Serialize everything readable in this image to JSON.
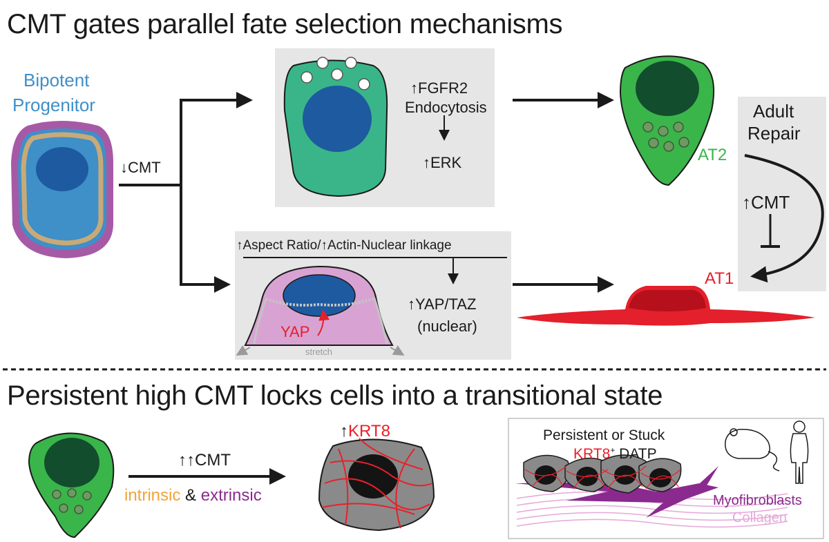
{
  "titles": {
    "top": "CMT gates parallel fate selection mechanisms",
    "bottom": "Persistent high CMT locks cells into a transitional state"
  },
  "progenitor": {
    "line1": "Bipotent",
    "line2": "Progenitor"
  },
  "cmt_down": "CMT",
  "upper_path": {
    "fgfr2": "FGFR2",
    "endocytosis": "Endocytosis",
    "erk": "ERK"
  },
  "lower_path": {
    "aspect_ratio": "Aspect Ratio/",
    "actin_linkage": "Actin-Nuclear linkage",
    "yap": "YAP",
    "yap_taz": "YAP/TAZ",
    "nuclear": "(nuclear)",
    "stretch": "stretch"
  },
  "fates": {
    "at2": "AT2",
    "at1": "AT1"
  },
  "adult_repair": {
    "line1": "Adult",
    "line2": "Repair",
    "cmt": "CMT"
  },
  "bottom_panel": {
    "cmt": "CMT",
    "intrinsic": "intrinsic",
    "amp": "&",
    "extrinsic": "extrinsic",
    "krt8": "KRT8",
    "persistent_line1": "Persistent or Stuck",
    "krt8_label": "KRT8",
    "krt8_sup": "+",
    "datp": "DATP",
    "myofibroblasts": "Myofibroblasts",
    "collagen": "Collagen"
  },
  "colors": {
    "progenitor_blue": "#3f8fc8",
    "at2_green": "#3ab54a",
    "at1_red": "#e3202b",
    "yap_pink": "#d8a3d3",
    "intrinsic_orange": "#f2a33a",
    "extrinsic_purple": "#8a2a8f",
    "krt8_red": "#e8202a"
  }
}
